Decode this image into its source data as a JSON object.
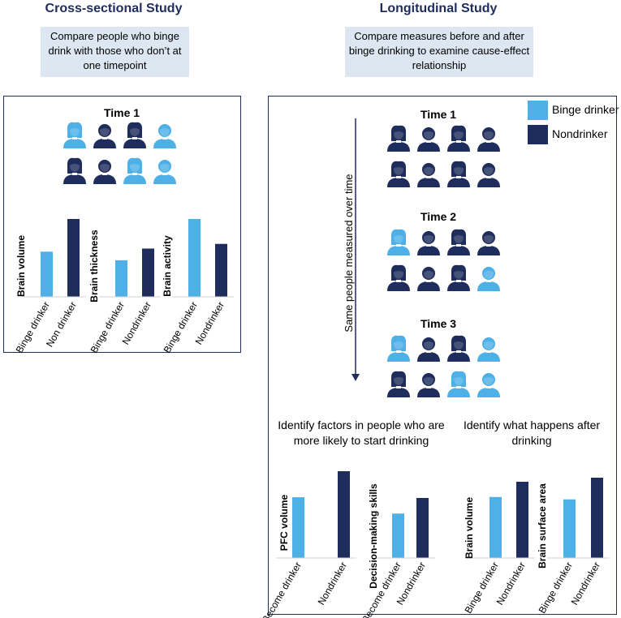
{
  "cross": {
    "title": "Cross-sectional Study",
    "description": "Compare people who binge drink with those who don’t at one timepoint",
    "time_label": "Time 1",
    "people": [
      [
        "b",
        "d",
        "d",
        "b"
      ],
      [
        "d",
        "d",
        "b",
        "b"
      ]
    ]
  },
  "longitudinal": {
    "title": "Longitudinal Study",
    "description": "Compare measures before and after binge drinking to examine cause-effect relationship",
    "arrow_label": "Same people measured over time",
    "times": [
      {
        "label": "Time 1",
        "people": [
          [
            "d",
            "d",
            "d",
            "d"
          ],
          [
            "d",
            "d",
            "d",
            "d"
          ]
        ]
      },
      {
        "label": "Time 2",
        "people": [
          [
            "b",
            "d",
            "d",
            "d"
          ],
          [
            "d",
            "d",
            "d",
            "b"
          ]
        ]
      },
      {
        "label": "Time 3",
        "people": [
          [
            "b",
            "d",
            "d",
            "b"
          ],
          [
            "d",
            "d",
            "b",
            "b"
          ]
        ]
      }
    ],
    "factors_title": "Identify factors in people who are more likely to start drinking",
    "after_title": "Identify what happens after drinking"
  },
  "legend": {
    "binge_label": "Binge drinker",
    "non_label": "Nondrinker"
  },
  "colors": {
    "binge": "#4fb0e8",
    "non": "#1f2d5c",
    "border": "#1f2d5c",
    "note_bg": "#dde7f2"
  },
  "chart_data": [
    {
      "type": "bar",
      "ylabel": "Brain volume",
      "categories": [
        "Binge drinker",
        "Non drinker"
      ],
      "values": [
        58,
        100
      ]
    },
    {
      "type": "bar",
      "ylabel": "Brain thickness",
      "categories": [
        "Binge drinker",
        "Nondrinker"
      ],
      "values": [
        47,
        62
      ]
    },
    {
      "type": "bar",
      "ylabel": "Brain activity",
      "categories": [
        "Binge drinker",
        "Nondrinker"
      ],
      "values": [
        100,
        68
      ]
    },
    {
      "type": "bar",
      "ylabel": "PFC volume",
      "categories": [
        "Become drinker",
        "Nondrinker"
      ],
      "values": [
        70,
        100
      ]
    },
    {
      "type": "bar",
      "ylabel": "Decision-making skills",
      "categories": [
        "Become drinker",
        "Nondrinker"
      ],
      "values": [
        74,
        100
      ]
    },
    {
      "type": "bar",
      "ylabel": "Brain volume",
      "categories": [
        "Binge drinker",
        "Nondrinker"
      ],
      "values": [
        80,
        100
      ]
    },
    {
      "type": "bar",
      "ylabel": "Brain surface area",
      "categories": [
        "Binge drinker",
        "Nondrinker"
      ],
      "values": [
        73,
        100
      ]
    }
  ]
}
